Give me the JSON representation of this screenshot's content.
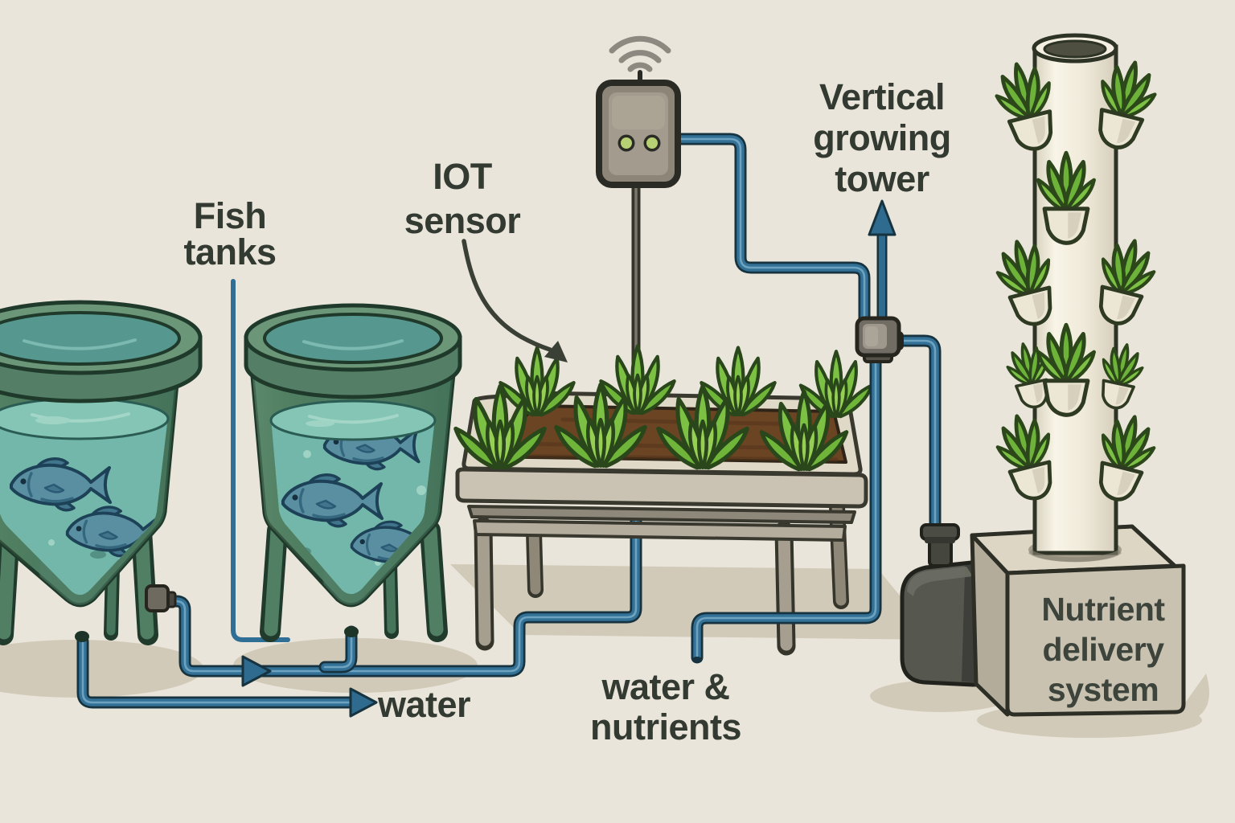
{
  "scene": {
    "background": "#e9e5da",
    "description_counts": {
      "fish_in_left_tank": 2,
      "fish_in_right_tank": 3,
      "grow_bed_plants": 8,
      "tower_plant_pods": 10,
      "wifi_arcs": 3,
      "sensor_leds": 2
    }
  },
  "labels": {
    "fish_tanks": {
      "line1": "Fish",
      "line2": "tanks"
    },
    "iot_sensor": {
      "line1": "IOT",
      "line2": "sensor"
    },
    "vertical_growing_tower": {
      "line1": "Vertical",
      "line2": "growing",
      "line3": "tower"
    },
    "water_flow": {
      "text": "water"
    },
    "water_and_nutrients": {
      "line1": "water &",
      "line2": "nutrients"
    },
    "nutrient_delivery_system": {
      "line1": "Nutrient",
      "line2": "delivery",
      "line3": "system"
    }
  },
  "colors": {
    "background": "#e9e5da",
    "pipe_fill": "#337197",
    "pipe_outline": "#16333f",
    "pipe_highlight": "#74a9c4",
    "flow_arrow": "#2e6b8f",
    "label_text": "#333a31",
    "tank_green": "#547f66",
    "water_teal": "#72b7a9",
    "fish_blue": "#5a8fa2",
    "leaf_green": "#7cc144",
    "soil_brown": "#6b4423",
    "tower_white": "#f2edde",
    "device_gray": "#8c8578",
    "led_green": "#b6d073",
    "box_beige": "#c9c2b1",
    "pump_gray": "#56574f"
  }
}
